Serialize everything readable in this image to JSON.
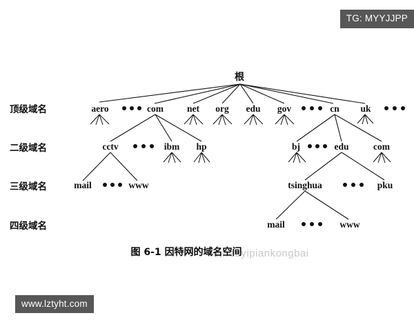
{
  "badges": {
    "top_right": "TG: MYYJJPP",
    "bottom_left": "www.lztyht.com"
  },
  "caption": "图 6-1    因特网的域名空间",
  "watermark": "du.net/yipiankongbai",
  "row_labels": [
    "顶级域名",
    "二级域名",
    "三级域名",
    "四级域名"
  ],
  "tree": {
    "root": "根",
    "level1": [
      "aero",
      "com",
      "net",
      "org",
      "edu",
      "gov",
      "cn",
      "uk"
    ],
    "level2_com": [
      "cctv",
      "ibm",
      "hp"
    ],
    "level2_cn": [
      "bj",
      "edu",
      "com"
    ],
    "level3_cctv": [
      "mail",
      "www"
    ],
    "level3_cnedu": [
      "tsinghua",
      "pku"
    ],
    "level4_tsinghua": [
      "mail",
      "www"
    ]
  },
  "nodes": {
    "root": "根",
    "aero": "aero",
    "com_tld": "com",
    "net": "net",
    "org": "org",
    "edu_tld": "edu",
    "gov": "gov",
    "cn": "cn",
    "uk": "uk",
    "cctv": "cctv",
    "ibm": "ibm",
    "hp": "hp",
    "mail_cctv": "mail",
    "www_cctv": "www",
    "bj": "bj",
    "edu_cn": "edu",
    "com_cn": "com",
    "tsinghua": "tsinghua",
    "pku": "pku",
    "mail_tsinghua": "mail",
    "www_tsinghua": "www"
  },
  "colors": {
    "badge_bg": "#575757",
    "badge_text": "#ffffff",
    "ink": "#111111",
    "page_bg": "#ffffff",
    "watermark": "#c9c9c9"
  }
}
